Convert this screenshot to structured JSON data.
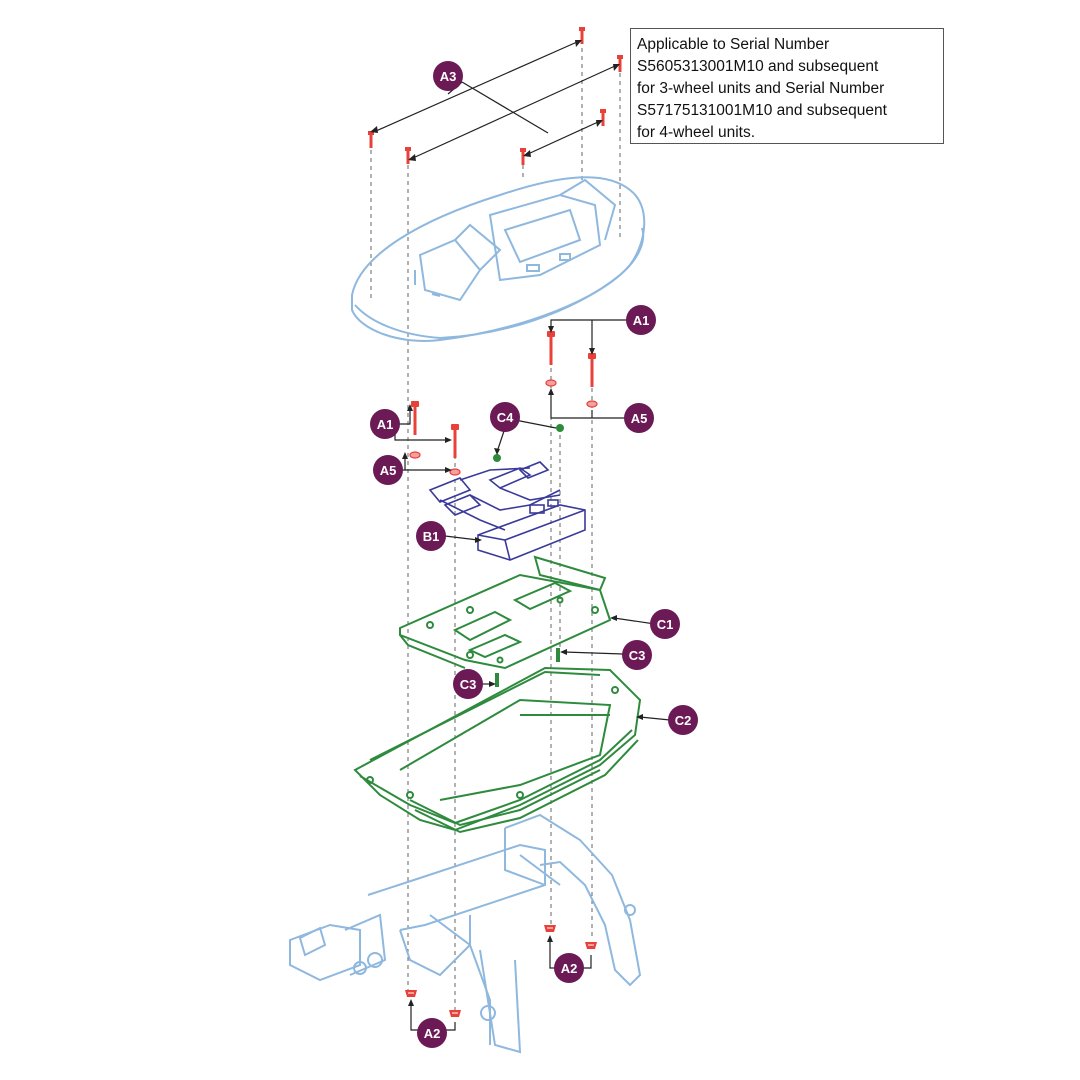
{
  "note": {
    "lines": [
      "Applicable to Serial Number",
      "S5605313001M10 and subsequent",
      "for 3-wheel units and Serial Number",
      "S57175131001M10 and subsequent",
      "for 4-wheel units."
    ]
  },
  "callouts": {
    "a3": "A3",
    "a1_right": "A1",
    "a5_right": "A5",
    "a1_left": "A1",
    "a5_left": "A5",
    "c4": "C4",
    "b1": "B1",
    "c1": "C1",
    "c3_right": "C3",
    "c3_left": "C3",
    "c2": "C2",
    "a2_right": "A2",
    "a2_left": "A2"
  },
  "colors": {
    "badge": "#6b1a55",
    "shroud": "#8fb8df",
    "frame": "#8fb8df",
    "controller": "#3a3a9a",
    "bracket": "#2e8b3e",
    "tray": "#2e8b3e",
    "hardware": "#e8413a",
    "leader": "#222222"
  }
}
